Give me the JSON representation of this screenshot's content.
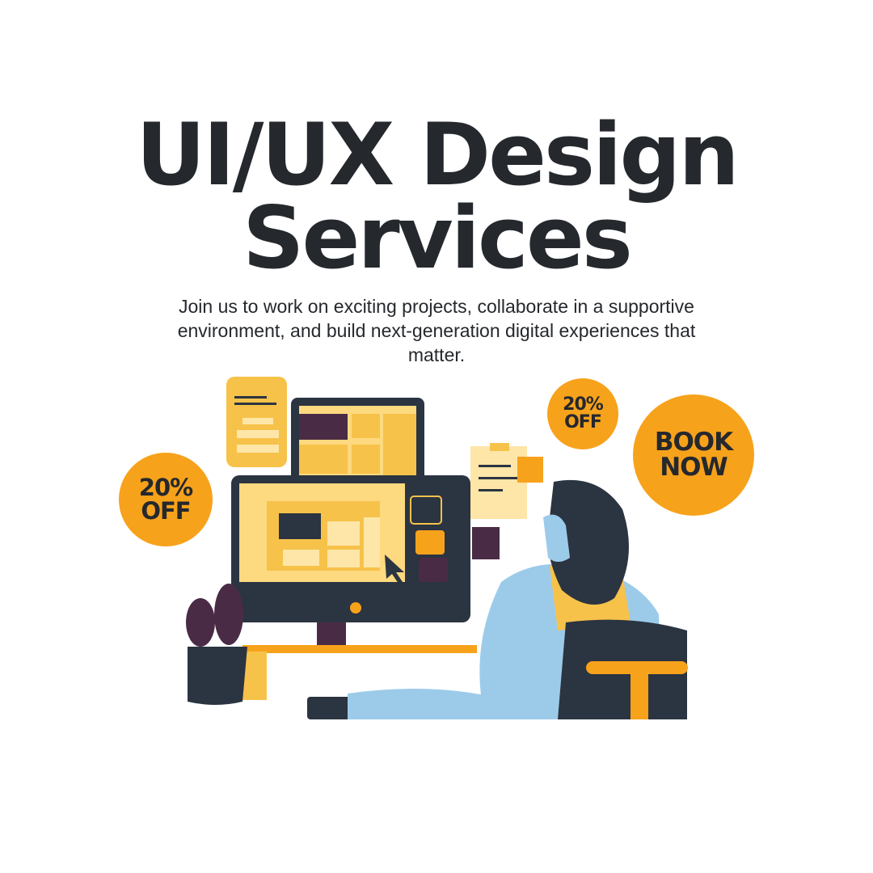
{
  "headline": {
    "line1": "UI/UX Design",
    "line2": "Services"
  },
  "subtitle": "Join us to work on exciting projects, collaborate in a supportive environment, and build next-generation digital experiences that matter.",
  "badges": {
    "discount_left": {
      "line1": "20%",
      "line2": "OFF"
    },
    "discount_top": {
      "line1": "20%",
      "line2": "OFF"
    },
    "book": {
      "line1": "BOOK",
      "line2": "NOW"
    }
  },
  "colors": {
    "text": "#25282d",
    "accent_orange": "#f7a21b",
    "accent_yellow": "#fdd97f",
    "dark_navy": "#2b3441",
    "purple": "#4a2b45",
    "light_blue": "#9ccbea"
  }
}
